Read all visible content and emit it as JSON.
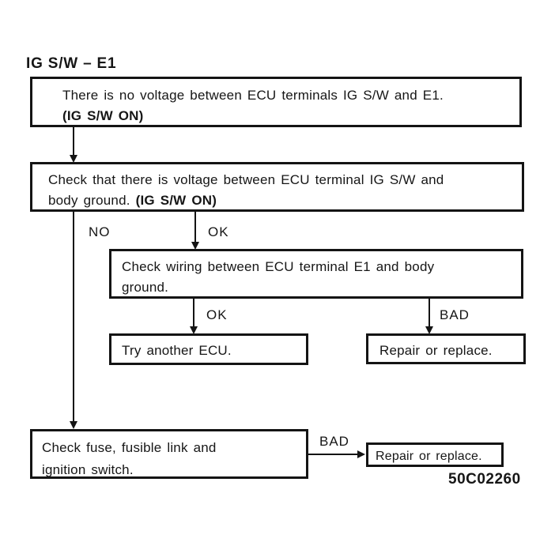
{
  "page": {
    "background": "#ffffff",
    "ink": "#141414"
  },
  "title": "IG S/W – E1",
  "boxes": {
    "b1": {
      "line1": "There is no voltage between ECU terminals IG S/W and E1.",
      "line2_bold": "(IG S/W ON)"
    },
    "b2": {
      "line1": "Check that there is voltage between ECU terminal IG S/W and",
      "line2": "body ground.",
      "line2_bold": "(IG S/W ON)"
    },
    "b3": {
      "line1": "Check wiring between ECU terminal E1 and body",
      "line2": "ground."
    },
    "try_ecu": {
      "text": "Try another ECU."
    },
    "repair_top": {
      "text": "Repair or replace."
    },
    "fuse": {
      "line1": "Check fuse, fusible link and",
      "line2": "ignition switch."
    },
    "repair_bottom": {
      "text": "Repair or replace."
    }
  },
  "labels": {
    "no": "NO",
    "ok_upper": "OK",
    "ok_lower": "OK",
    "bad_upper": "BAD",
    "bad_lower": "BAD"
  },
  "figure_code": "50C02260"
}
